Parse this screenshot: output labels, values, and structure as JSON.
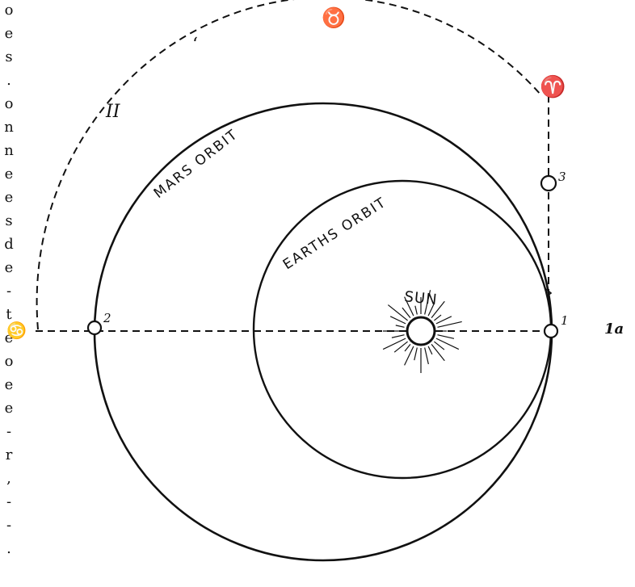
{
  "margin_text": {
    "letters": [
      "o",
      "e",
      "s",
      ".",
      "o",
      "n",
      "n",
      "e",
      "e",
      "s",
      "d",
      "e",
      "-",
      "t",
      "e",
      "o",
      "e",
      "e",
      "-",
      "r",
      ",",
      "-",
      "-",
      "."
    ]
  },
  "labels": {
    "mars_orbit": "MARS ORBIT",
    "earths_orbit": "EARTHS ORBIT",
    "sun": "SUN",
    "pos_1": "1",
    "pos_1a": "1a",
    "pos_2": "2",
    "pos_3": "3",
    "sign_taurus": "♉",
    "sign_aries": "♈",
    "sign_gemini": "II",
    "sign_cancer": "♋",
    "tick_mark": "‘"
  },
  "colors": {
    "ink": "#111111",
    "paper": "#ffffff"
  }
}
